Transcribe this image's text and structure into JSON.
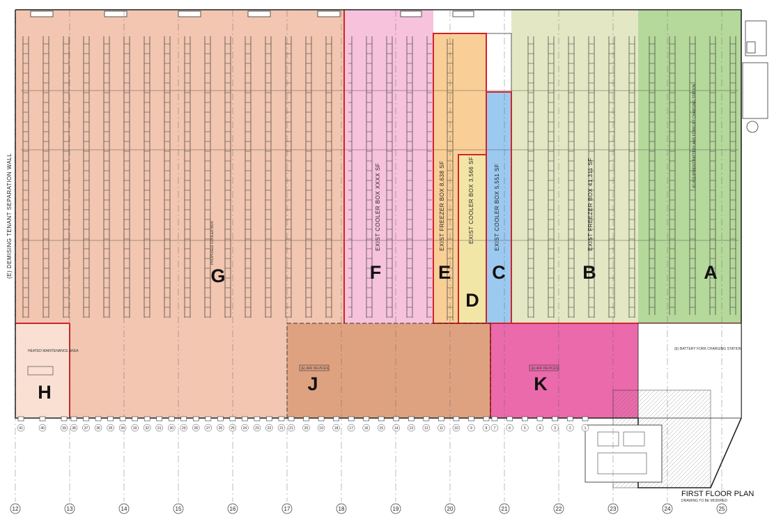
{
  "plan": {
    "title": "FIRST FLOOR PLAN",
    "subtitle": "DRAWING TO BE MODIFIED",
    "wall_label": "(E) DEMISING TENANT SEPARATION WALL"
  },
  "zones": [
    {
      "id": "G",
      "label": "G",
      "color": "#f2c6b0",
      "rack_text": "PROPOSED COOLER BOX"
    },
    {
      "id": "F",
      "label": "F",
      "color": "#f6c2dc",
      "rack_text": "EXIST COOLER BOX XXXX SF"
    },
    {
      "id": "E",
      "label": "E",
      "color": "#f9cf97",
      "rack_text": "EXIST FREEZER BOX 8,638 SF"
    },
    {
      "id": "D",
      "label": "D",
      "color": "#f2e6a7",
      "rack_text": "EXIST COOLER BOX 3,566 SF"
    },
    {
      "id": "C",
      "label": "C",
      "color": "#9cc9ef",
      "rack_text": "EXIST COOLER BOX 5,551 SF"
    },
    {
      "id": "B",
      "label": "B",
      "color": "#e4e7c4",
      "rack_text": "EXIST FREEZER BOX 41,311 SF"
    },
    {
      "id": "A",
      "label": "A",
      "color": "#b5d89b",
      "rack_text": ""
    },
    {
      "id": "H",
      "label": "H",
      "color": "#f9e0d2",
      "rack_text": ""
    },
    {
      "id": "J",
      "label": "J",
      "color": "#dfa281",
      "rack_text": ""
    },
    {
      "id": "K",
      "label": "K",
      "color": "#ea6aab",
      "rack_text": ""
    }
  ],
  "notes": {
    "h_area": "HEATED MAINTENANCE AREA",
    "a_area": "(E) EQUIPMENT BATTERY AND FORKLIFT CHARGING STATION",
    "charging": "(E) BATTERY FORK CHARGING STATION",
    "j_tag": "(E) AIR DEVICES",
    "k_tag": "(E) AIR DEVICES"
  },
  "grid_lines": [
    "12",
    "13",
    "14",
    "15",
    "16",
    "17",
    "18",
    "19",
    "20",
    "21",
    "22",
    "23",
    "24",
    "25"
  ],
  "dock_numbers": {
    "h": [
      "41",
      "40",
      "39"
    ],
    "g": [
      "38",
      "37",
      "36",
      "35",
      "34",
      "33",
      "32",
      "31",
      "30",
      "29",
      "28",
      "27",
      "26",
      "25",
      "24",
      "23",
      "22",
      "21"
    ],
    "j": [
      "21",
      "20",
      "19",
      "18",
      "17",
      "16",
      "15",
      "14",
      "13",
      "12",
      "11",
      "10",
      "9",
      "8"
    ],
    "k": [
      "7",
      "6",
      "5",
      "4",
      "3",
      "2",
      "1"
    ]
  }
}
